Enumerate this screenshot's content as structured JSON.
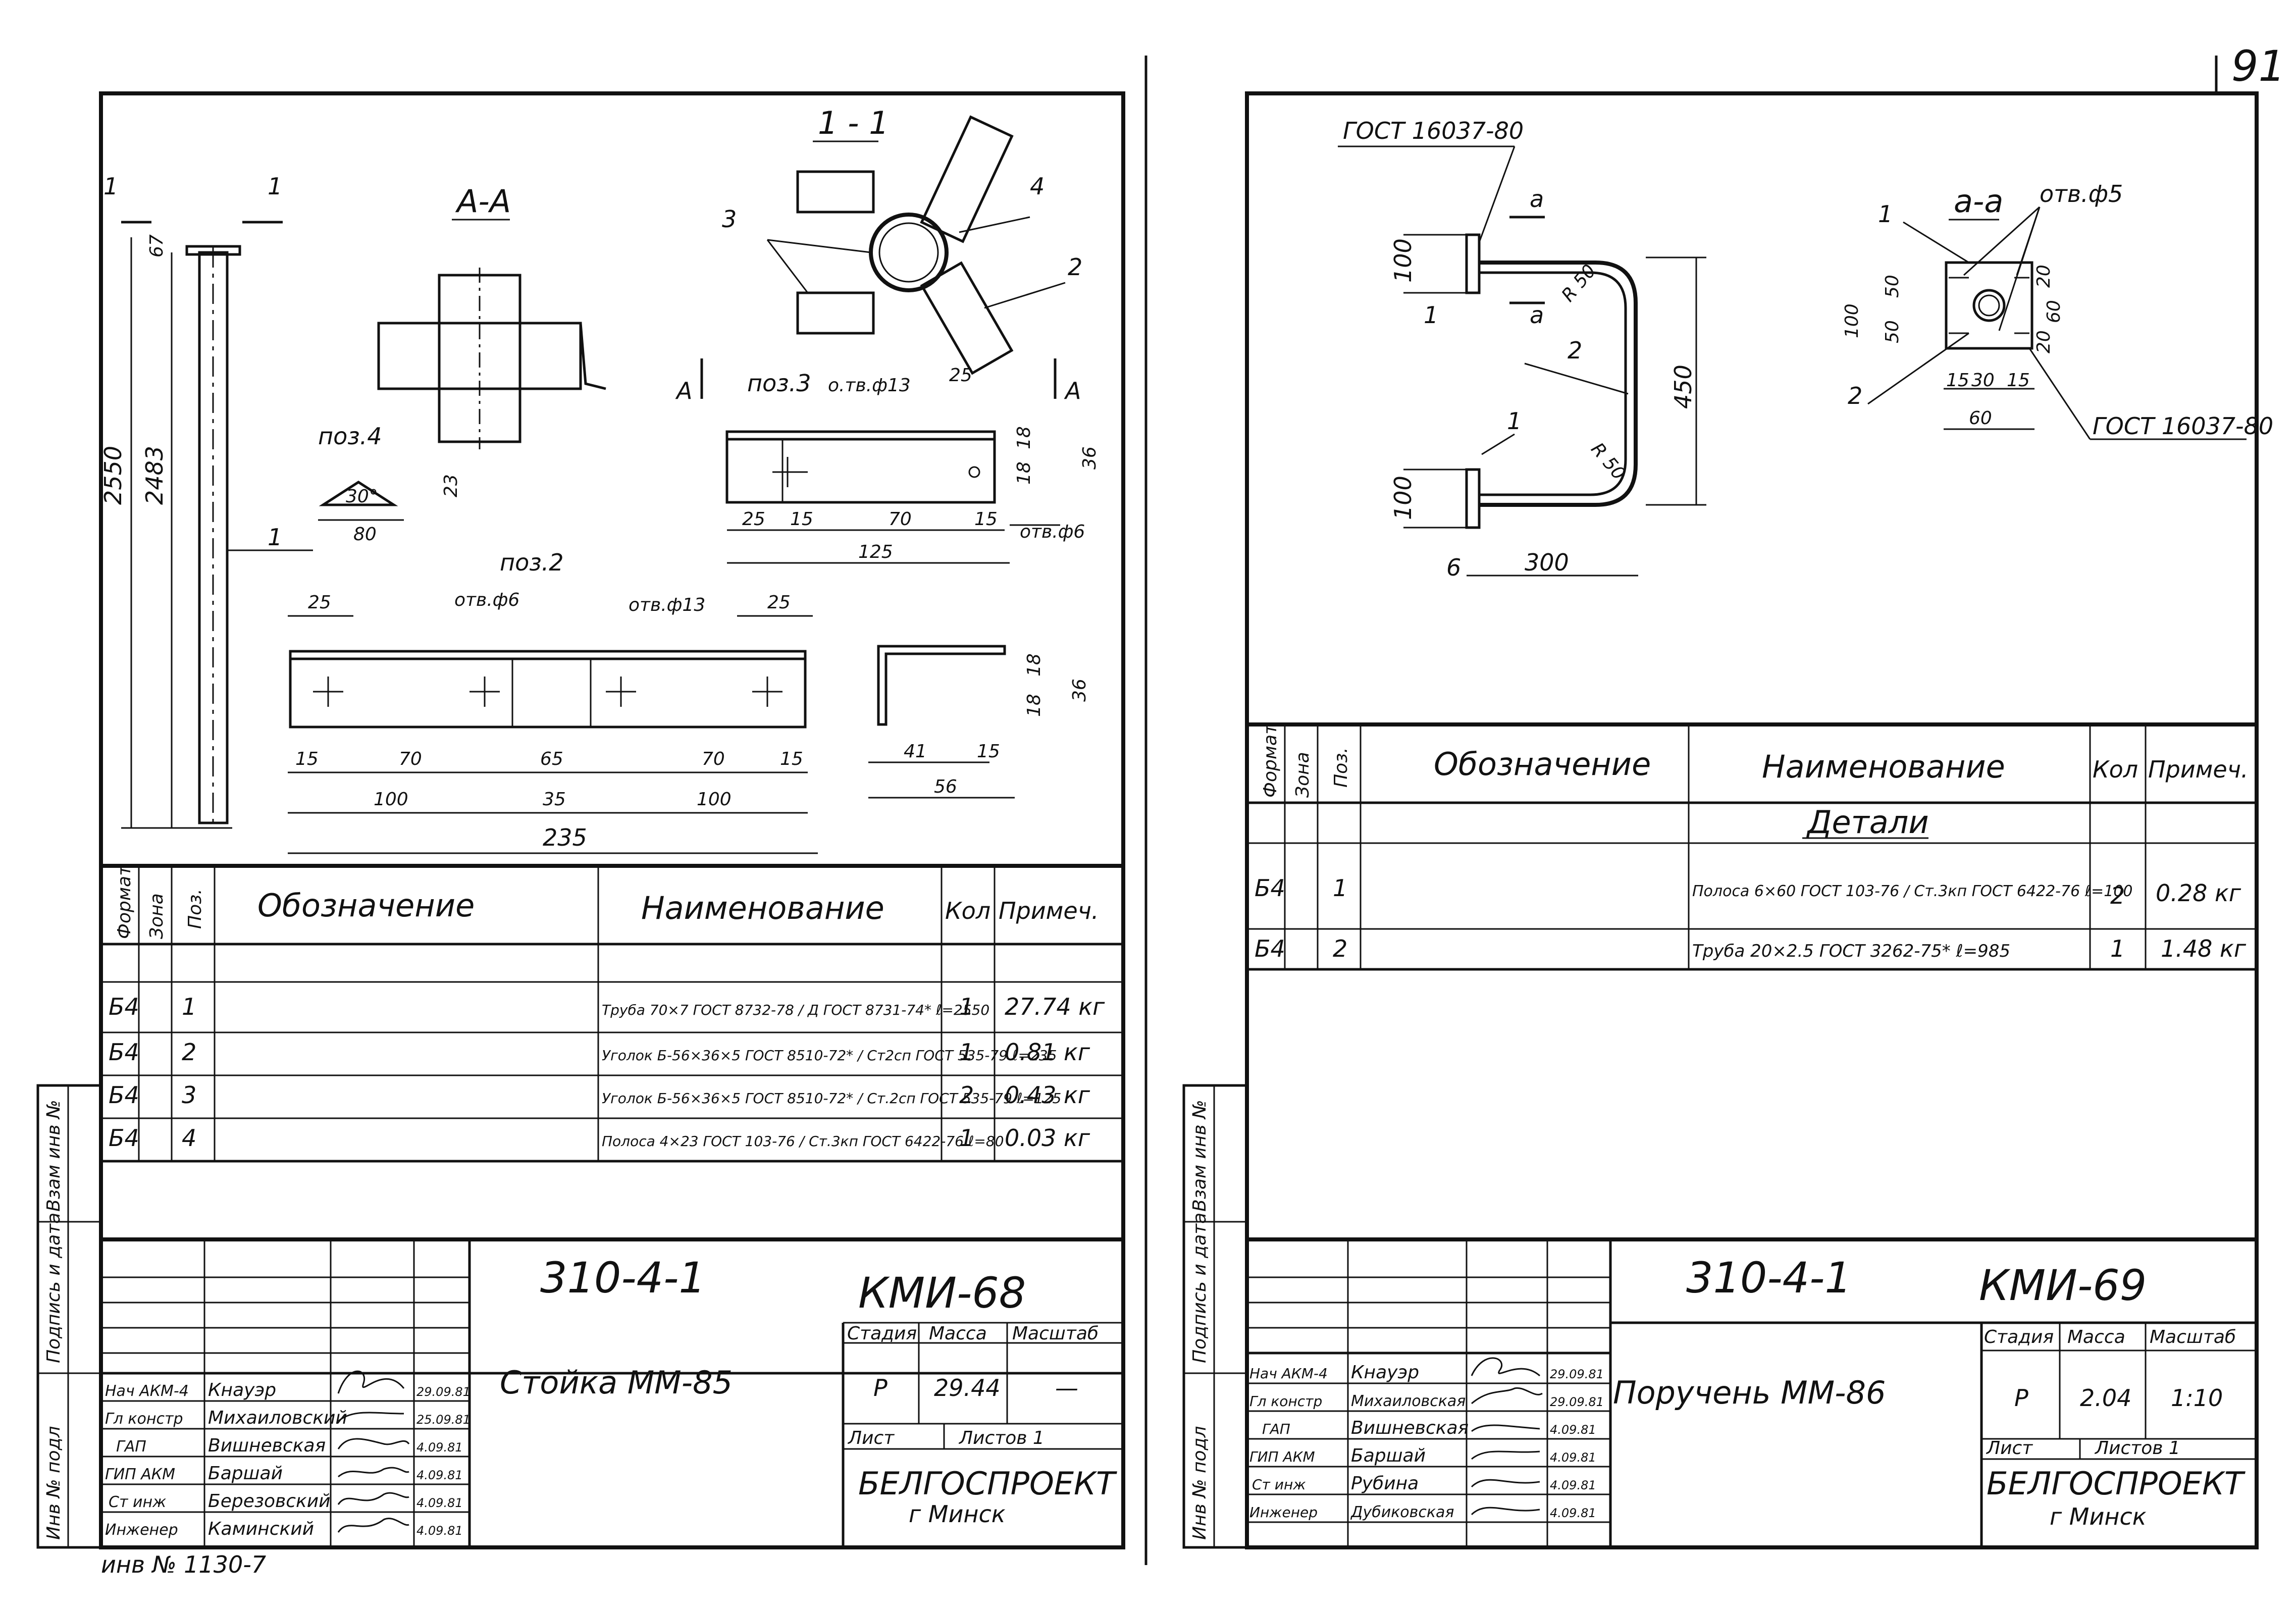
{
  "page_number": "91",
  "inventory_note": "инв № 1130-7",
  "side_labels": [
    "Инв № подл",
    "Подпись и дата",
    "Взам инв №"
  ],
  "sheet_left": {
    "drawing": {
      "section_aa": "А-А",
      "section_11": "1 - 1",
      "marker_1": "1",
      "marker_A": "А",
      "pos1_leader": "1",
      "pos2_leader": "2",
      "pos3_leader": "3",
      "pos4_leader": "4",
      "poz2": "поз.2",
      "poz3": "поз.3",
      "poz4": "поз.4",
      "dim_2550": "2550",
      "dim_2483": "2483",
      "dim_67": "67",
      "dim_23": "23",
      "dim_30deg": "30°",
      "dim_80": "80",
      "otv13_a": "о.тв.ф13",
      "otv13_b": "отв.ф13",
      "otv6_a": "отв.ф6",
      "otv6_b": "отв.ф6",
      "p3_dims": [
        "25",
        "18",
        "18",
        "36",
        "25",
        "15",
        "70",
        "15",
        "125"
      ],
      "p2_dims": [
        "25",
        "25",
        "15",
        "70",
        "65",
        "70",
        "15",
        "100",
        "35",
        "100",
        "235"
      ],
      "ang_dims": [
        "18",
        "18",
        "36",
        "41",
        "15",
        "56"
      ]
    },
    "spec": {
      "headers": [
        "Формат",
        "Зона",
        "Поз.",
        "Обозначение",
        "Наименование",
        "Кол",
        "Примеч."
      ],
      "rows": [
        {
          "format": "Б4",
          "pos": "1",
          "name": "Труба 70×7 ГОСТ 8732-78 / Д ГОСТ 8731-74*  ℓ=2550",
          "qty": "1",
          "note": "27.74 кг"
        },
        {
          "format": "Б4",
          "pos": "2",
          "name": "Уголок Б-56×36×5 ГОСТ 8510-72* / Ст2сп ГОСТ 535-79  ℓ=235",
          "qty": "1",
          "note": "0.81 кг"
        },
        {
          "format": "Б4",
          "pos": "3",
          "name": "Уголок Б-56×36×5 ГОСТ 8510-72* / Ст.2сп ГОСТ 535-79  ℓ=125",
          "qty": "2",
          "note": "0.43 кг"
        },
        {
          "format": "Б4",
          "pos": "4",
          "name": "Полоса 4×23 ГОСТ 103-76 / Ст.3кп ГОСТ 6422-76  ℓ=80",
          "qty": "1",
          "note": "0.03 кг"
        }
      ]
    },
    "title_block": {
      "doc_number": "310-4-1",
      "sheet_code": "КМИ-68",
      "title": "Стойка ММ-85",
      "stage_label": "Стадия",
      "mass_label": "Масса",
      "scale_label": "Масштаб",
      "stage": "Р",
      "mass": "29.44",
      "scale": "—",
      "sheet_label": "Лист",
      "sheets_label": "Листов 1",
      "org": "БЕЛГОСПРОЕКТ",
      "city": "г Минск",
      "people": [
        {
          "role": "Нач АКМ-4",
          "name": "Кнауэр",
          "date": "29.09.81"
        },
        {
          "role": "Гл констр",
          "name": "Михаиловский",
          "date": "25.09.81"
        },
        {
          "role": "ГАП",
          "name": "Вишневская",
          "date": "4.09.81"
        },
        {
          "role": "ГИП АКМ",
          "name": "Баршай",
          "date": "4.09.81"
        },
        {
          "role": "Ст инж",
          "name": "Березовский",
          "date": "4.09.81"
        },
        {
          "role": "Инженер",
          "name": "Каминский",
          "date": "4.09.81"
        }
      ]
    }
  },
  "sheet_right": {
    "drawing": {
      "gost_top": "ГОСТ 16037-80",
      "gost_right": "ГОСТ 16037-80",
      "section_aa": "а-а",
      "marker_a": "а",
      "otv5": "отв.ф5",
      "pos1_leader": "1",
      "pos2_leader": "2",
      "r50": "R 50",
      "dims_main": [
        "100",
        "1",
        "450",
        "100",
        "6",
        "300"
      ],
      "dims_detail": [
        "100",
        "50",
        "50",
        "20",
        "60",
        "20",
        "15",
        "30",
        "15",
        "60"
      ]
    },
    "spec": {
      "headers": [
        "Формат",
        "Зона",
        "Поз.",
        "Обозначение",
        "Наименование",
        "Кол",
        "Примеч."
      ],
      "section": "Детали",
      "rows": [
        {
          "format": "Б4",
          "pos": "1",
          "name": "Полоса 6×60 ГОСТ 103-76 / Ст.3кп ГОСТ 6422-76  ℓ=100",
          "qty": "2",
          "note": "0.28 кг"
        },
        {
          "format": "Б4",
          "pos": "2",
          "name": "Труба 20×2.5 ГОСТ 3262-75* ℓ=985",
          "qty": "1",
          "note": "1.48 кг"
        }
      ]
    },
    "title_block": {
      "doc_number": "310-4-1",
      "sheet_code": "КМИ-69",
      "title": "Поручень ММ-86",
      "stage_label": "Стадия",
      "mass_label": "Масса",
      "scale_label": "Масштаб",
      "stage": "Р",
      "mass": "2.04",
      "scale": "1:10",
      "sheet_label": "Лист",
      "sheets_label": "Листов 1",
      "org": "БЕЛГОСПРОЕКТ",
      "city": "г Минск",
      "people": [
        {
          "role": "Нач АКМ-4",
          "name": "Кнауэр",
          "date": "29.09.81"
        },
        {
          "role": "Гл констр",
          "name": "Михаиловская",
          "date": "29.09.81"
        },
        {
          "role": "ГАП",
          "name": "Вишневская",
          "date": "4.09.81"
        },
        {
          "role": "ГИП АКМ",
          "name": "Баршай",
          "date": "4.09.81"
        },
        {
          "role": "Ст инж",
          "name": "Рубина",
          "date": "4.09.81"
        },
        {
          "role": "Инженер",
          "name": "Дубиковская",
          "date": "4.09.81"
        }
      ]
    }
  }
}
